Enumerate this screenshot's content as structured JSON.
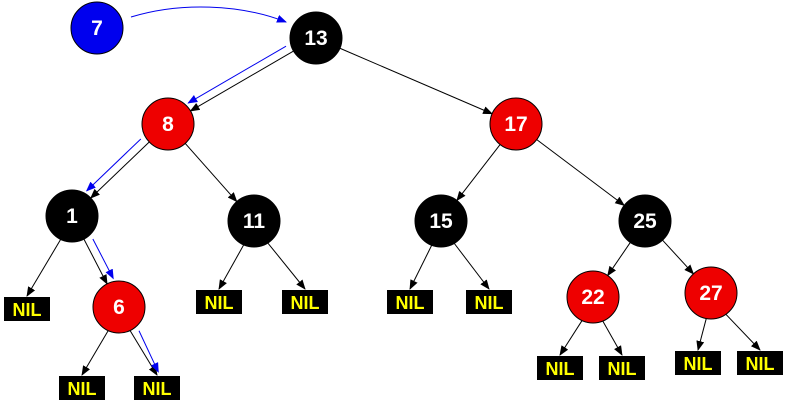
{
  "colors": {
    "red_node": "#ee0000",
    "black_node": "#000000",
    "insert_node": "#0000ee",
    "node_text": "#ffffff",
    "nil_fill": "#000000",
    "nil_text": "#ffff00",
    "edge": "#000000",
    "path_arrow": "#0000ee"
  },
  "insert_node": {
    "label": "7"
  },
  "nodes": [
    {
      "id": "n13",
      "label": "13",
      "color": "black"
    },
    {
      "id": "n8",
      "label": "8",
      "color": "red"
    },
    {
      "id": "n17",
      "label": "17",
      "color": "red"
    },
    {
      "id": "n1",
      "label": "1",
      "color": "black"
    },
    {
      "id": "n11",
      "label": "11",
      "color": "black"
    },
    {
      "id": "n15",
      "label": "15",
      "color": "black"
    },
    {
      "id": "n25",
      "label": "25",
      "color": "black"
    },
    {
      "id": "n6",
      "label": "6",
      "color": "red"
    },
    {
      "id": "n22",
      "label": "22",
      "color": "red"
    },
    {
      "id": "n27",
      "label": "27",
      "color": "red"
    }
  ],
  "nil_label": "NIL",
  "edges": [
    [
      "n13",
      "n8"
    ],
    [
      "n13",
      "n17"
    ],
    [
      "n8",
      "n1"
    ],
    [
      "n8",
      "n11"
    ],
    [
      "n17",
      "n15"
    ],
    [
      "n17",
      "n25"
    ],
    [
      "n1",
      "nil1"
    ],
    [
      "n1",
      "n6"
    ],
    [
      "n6",
      "nil2"
    ],
    [
      "n6",
      "nil3"
    ],
    [
      "n11",
      "nil4"
    ],
    [
      "n11",
      "nil5"
    ],
    [
      "n15",
      "nil6"
    ],
    [
      "n15",
      "nil7"
    ],
    [
      "n25",
      "n22"
    ],
    [
      "n25",
      "n27"
    ],
    [
      "n22",
      "nil8"
    ],
    [
      "n22",
      "nil9"
    ],
    [
      "n27",
      "nil10"
    ],
    [
      "n27",
      "nil11"
    ]
  ],
  "search_path": [
    "ins",
    "n13",
    "n8",
    "n1",
    "n6",
    "nil3"
  ]
}
